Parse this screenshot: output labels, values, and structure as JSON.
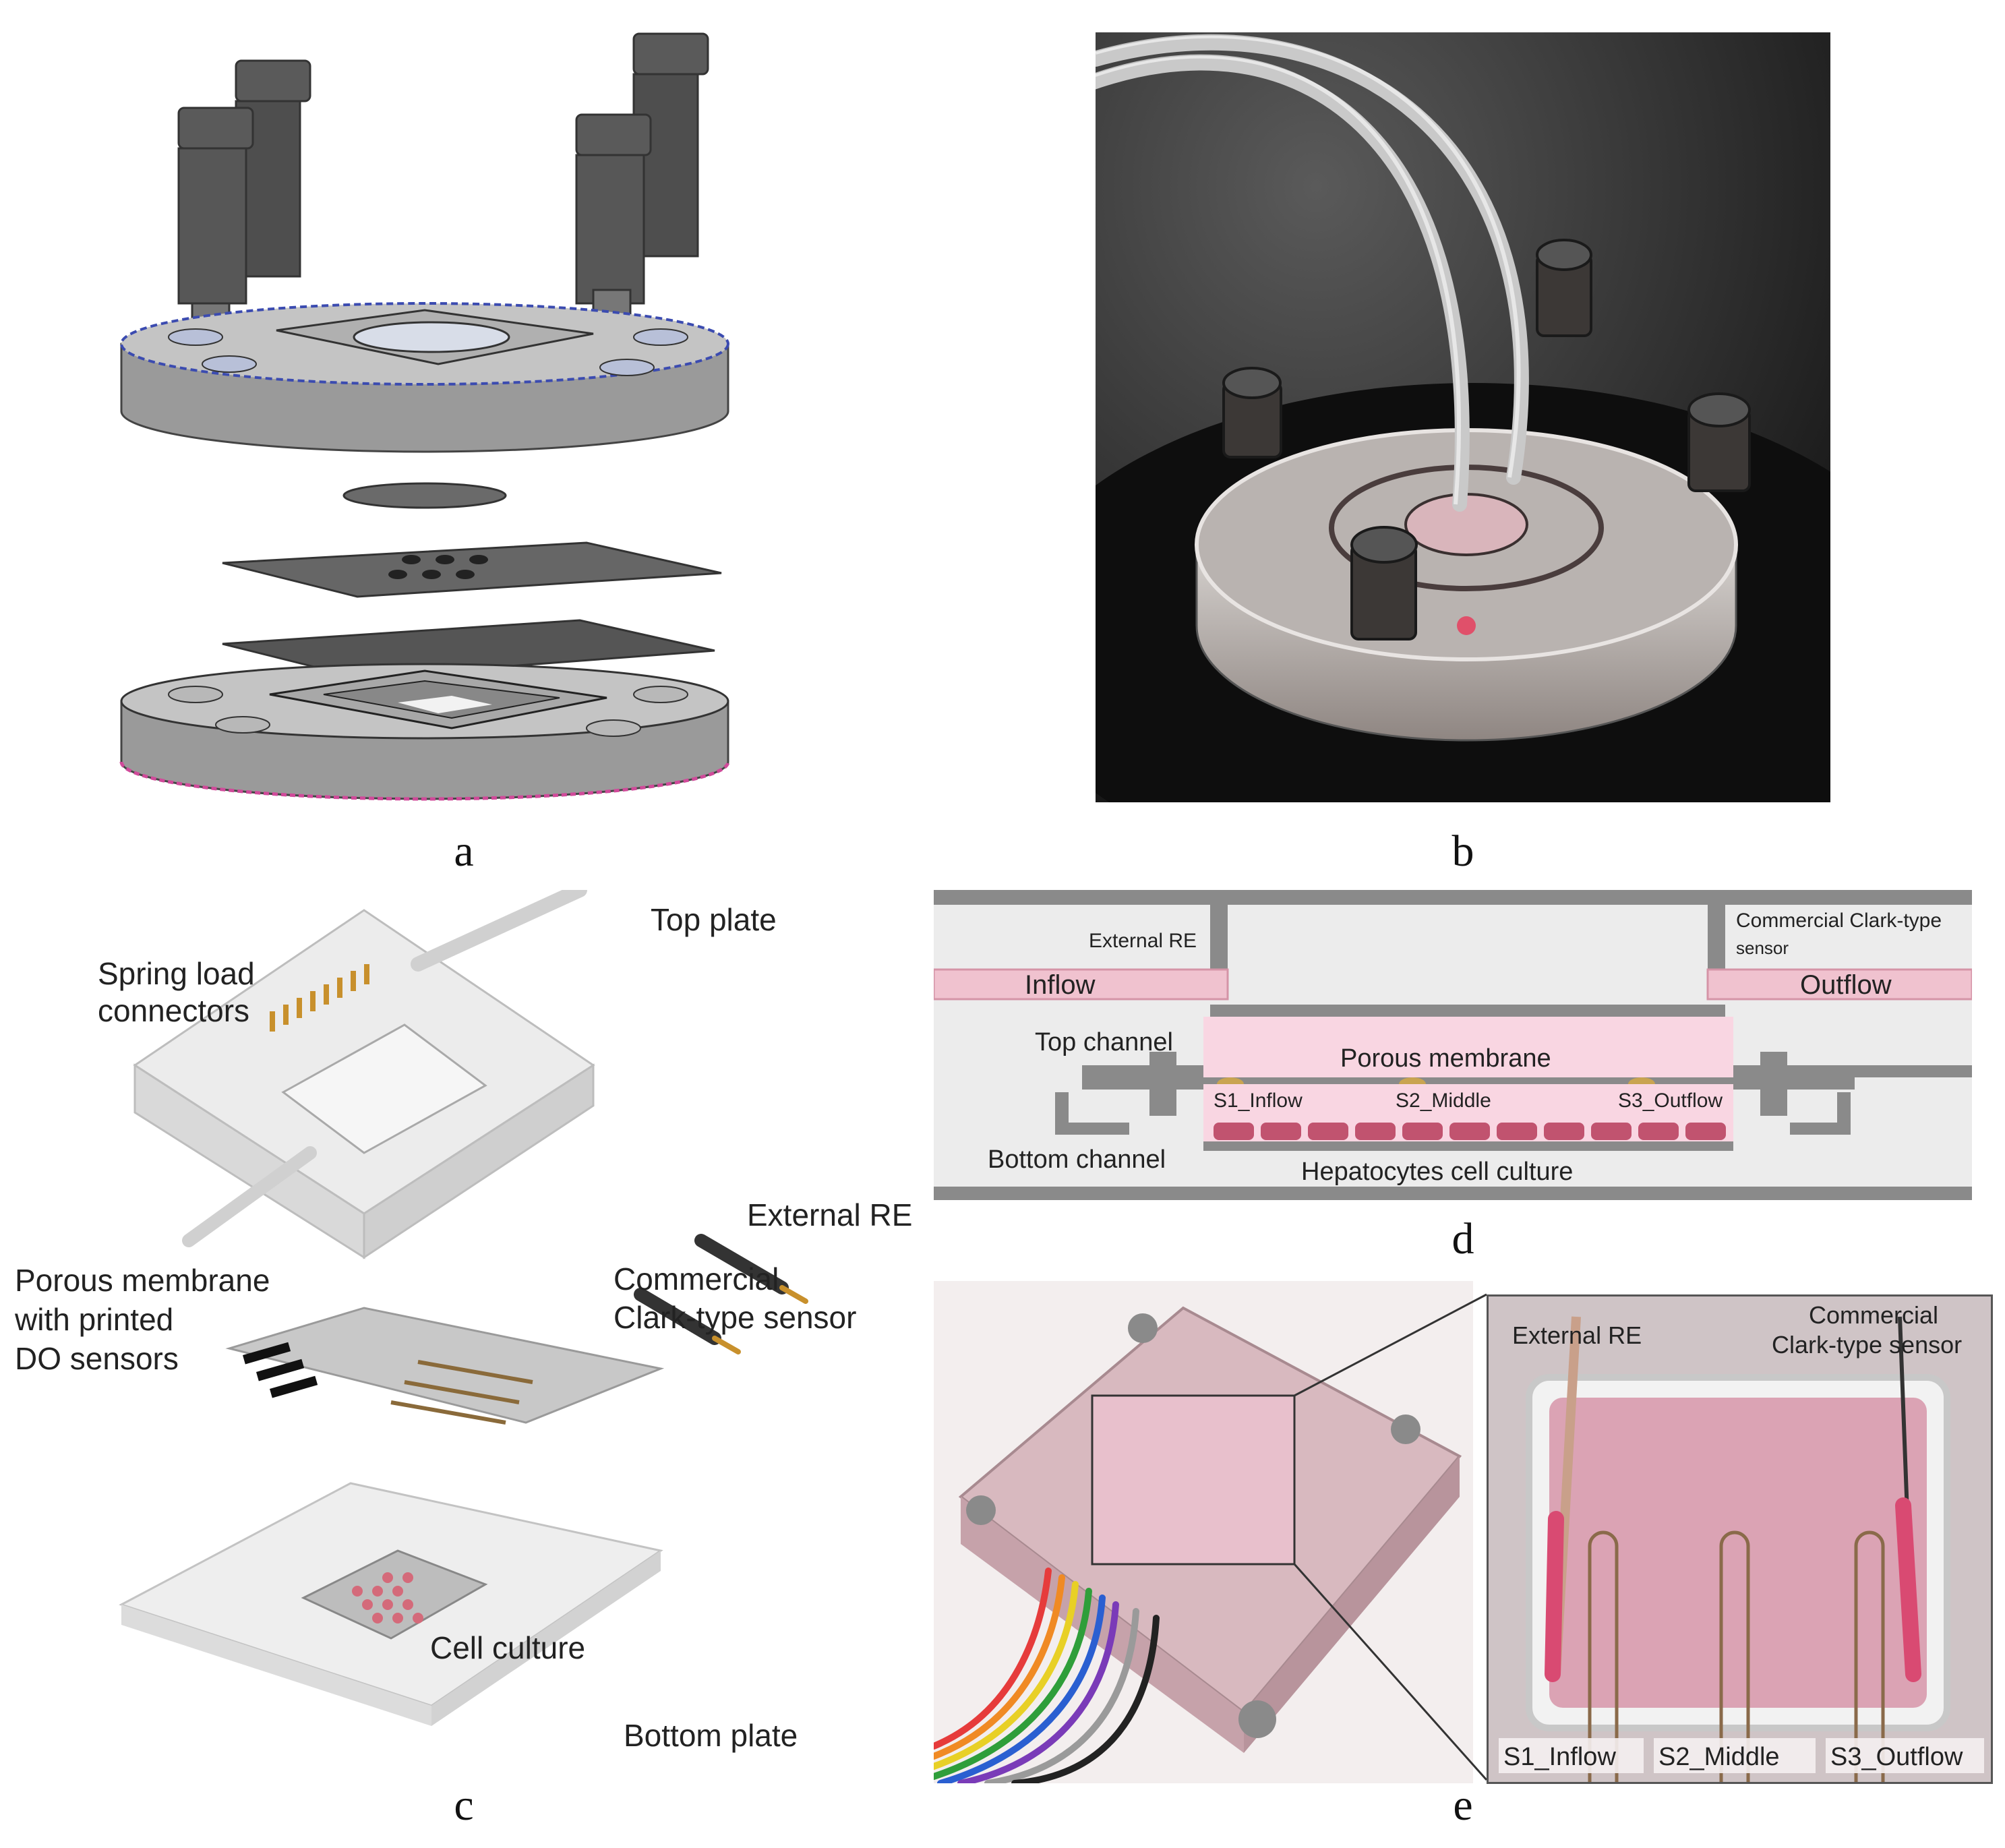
{
  "figure": {
    "panel_labels": {
      "a": "a",
      "b": "b",
      "c": "c",
      "d": "d",
      "e": "e"
    }
  },
  "panel_c": {
    "labels": {
      "top_plate": "Top plate",
      "spring_load_1": "Spring load",
      "spring_load_2": "connectors",
      "external_re": "External RE",
      "commercial_1": "Commercial",
      "commercial_2": "Clark-type sensor",
      "porous_1": "Porous membrane",
      "porous_2": "with printed",
      "porous_3": "DO sensors",
      "cell_culture": "Cell culture",
      "bottom_plate": "Bottom plate"
    }
  },
  "panel_d": {
    "labels": {
      "external_re": "External RE",
      "commercial_1": "Commercial Clark-type",
      "commercial_2": "sensor",
      "inflow": "Inflow",
      "outflow": "Outflow",
      "top_channel": "Top channel",
      "porous_membrane": "Porous membrane",
      "s1": "S1_Inflow",
      "s2": "S2_Middle",
      "s3": "S3_Outflow",
      "bottom_channel": "Bottom channel",
      "hepatocytes": "Hepatocytes cell culture"
    }
  },
  "panel_e": {
    "labels": {
      "external_re": "External RE",
      "commercial_1": "Commercial",
      "commercial_2": "Clark-type sensor",
      "s1": "S1_Inflow",
      "s2": "S2_Middle",
      "s3": "S3_Outflow"
    }
  }
}
